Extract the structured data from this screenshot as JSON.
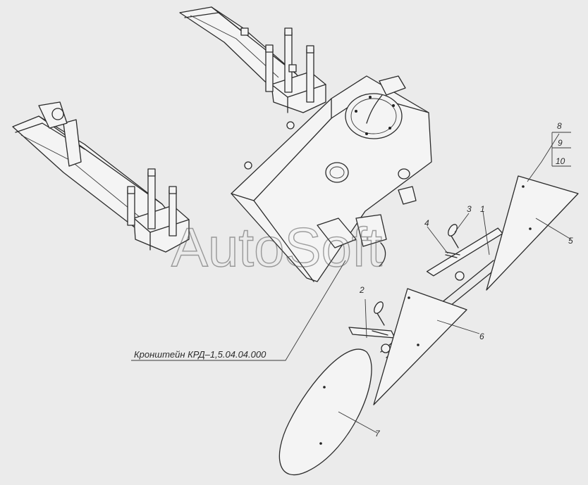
{
  "watermark": "AutoSoft",
  "caption": "Кронштейн КРД–1,5.04.04.000",
  "part_labels": [
    "1",
    "2",
    "3",
    "4",
    "5",
    "6",
    "7",
    "8",
    "9",
    "10"
  ]
}
